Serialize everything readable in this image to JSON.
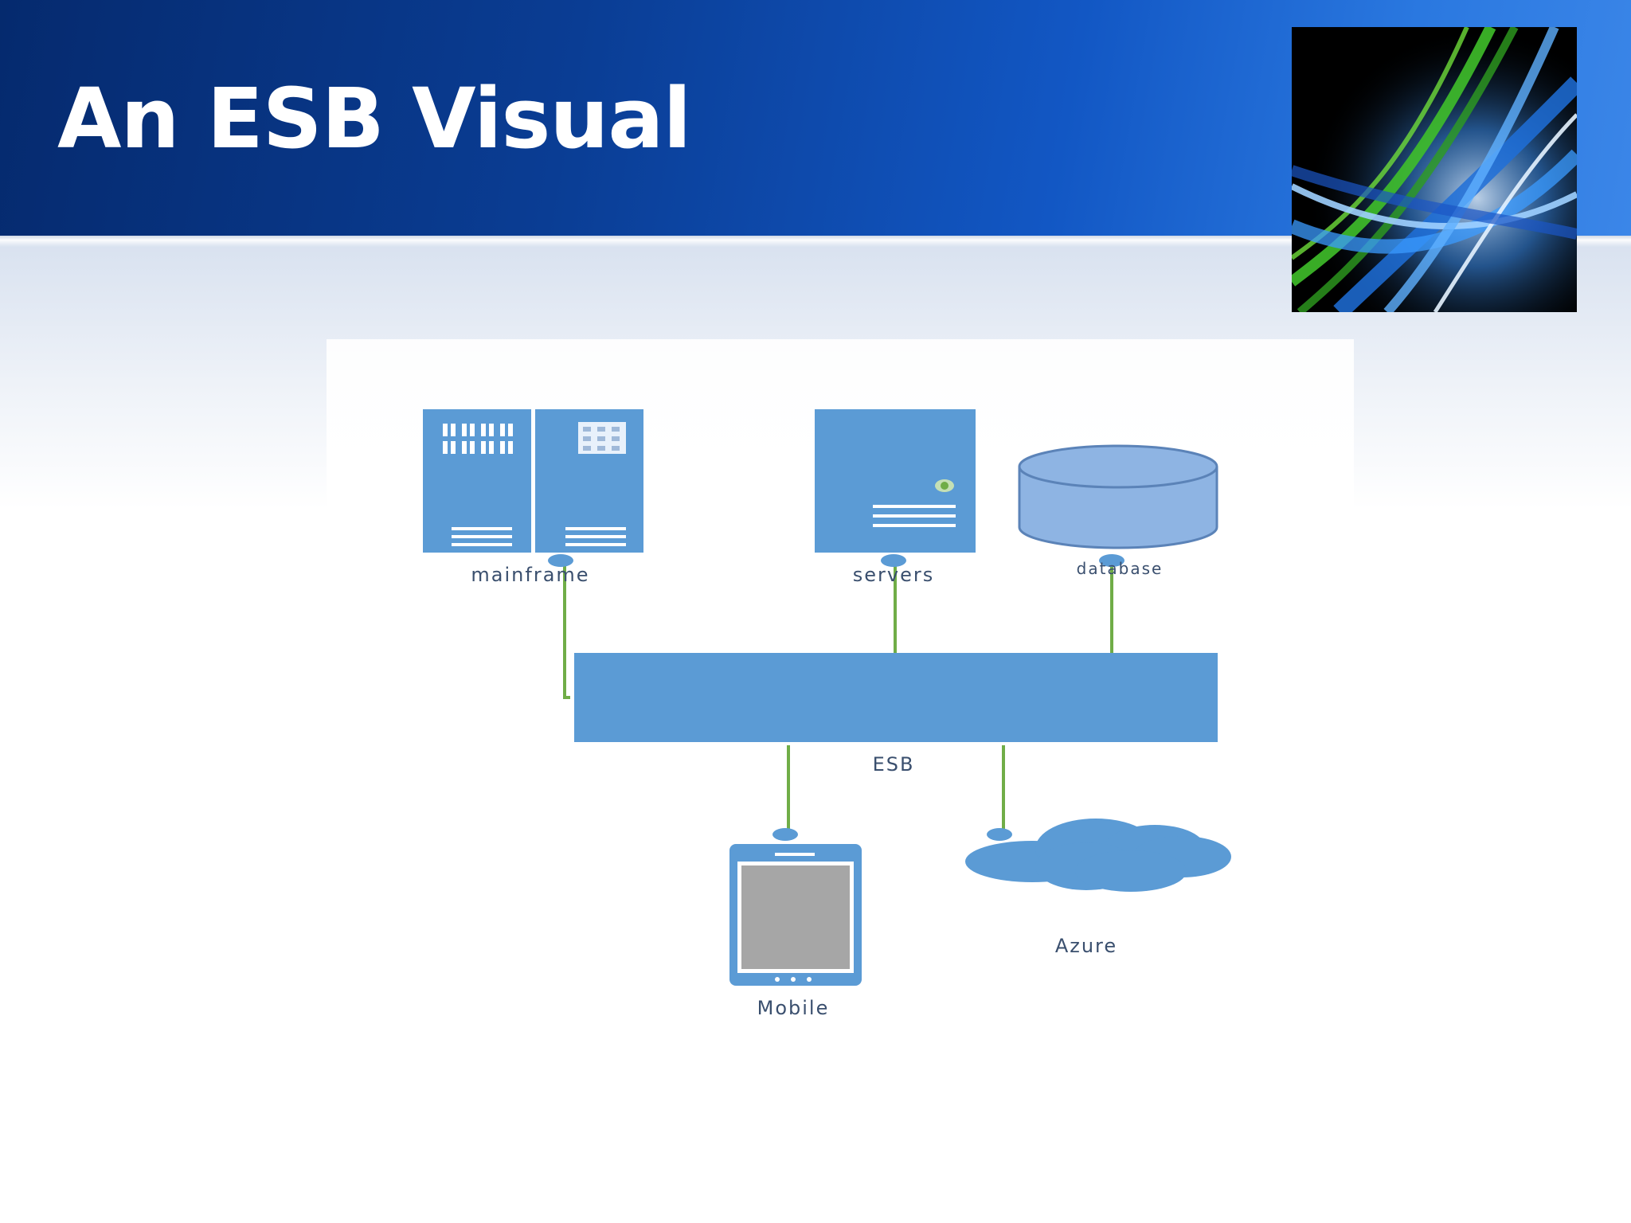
{
  "slide": {
    "title": "An ESB Visual"
  },
  "diagram": {
    "nodes": {
      "mainframe": "mainframe",
      "servers": "servers",
      "database": "database",
      "esb": "ESB",
      "mobile": "Mobile",
      "azure": "Azure"
    }
  },
  "colors": {
    "header_dark": "#052a6e",
    "header_light": "#3b86e8",
    "node_blue": "#5b9bd5",
    "connector_green": "#70ad47",
    "label_text": "#3a4f6e",
    "phone_screen": "#a6a6a6"
  },
  "icons": [
    "mainframe-icon",
    "server-icon",
    "database-icon",
    "mobile-phone-icon",
    "cloud-icon",
    "abstract-light-streaks-image"
  ]
}
